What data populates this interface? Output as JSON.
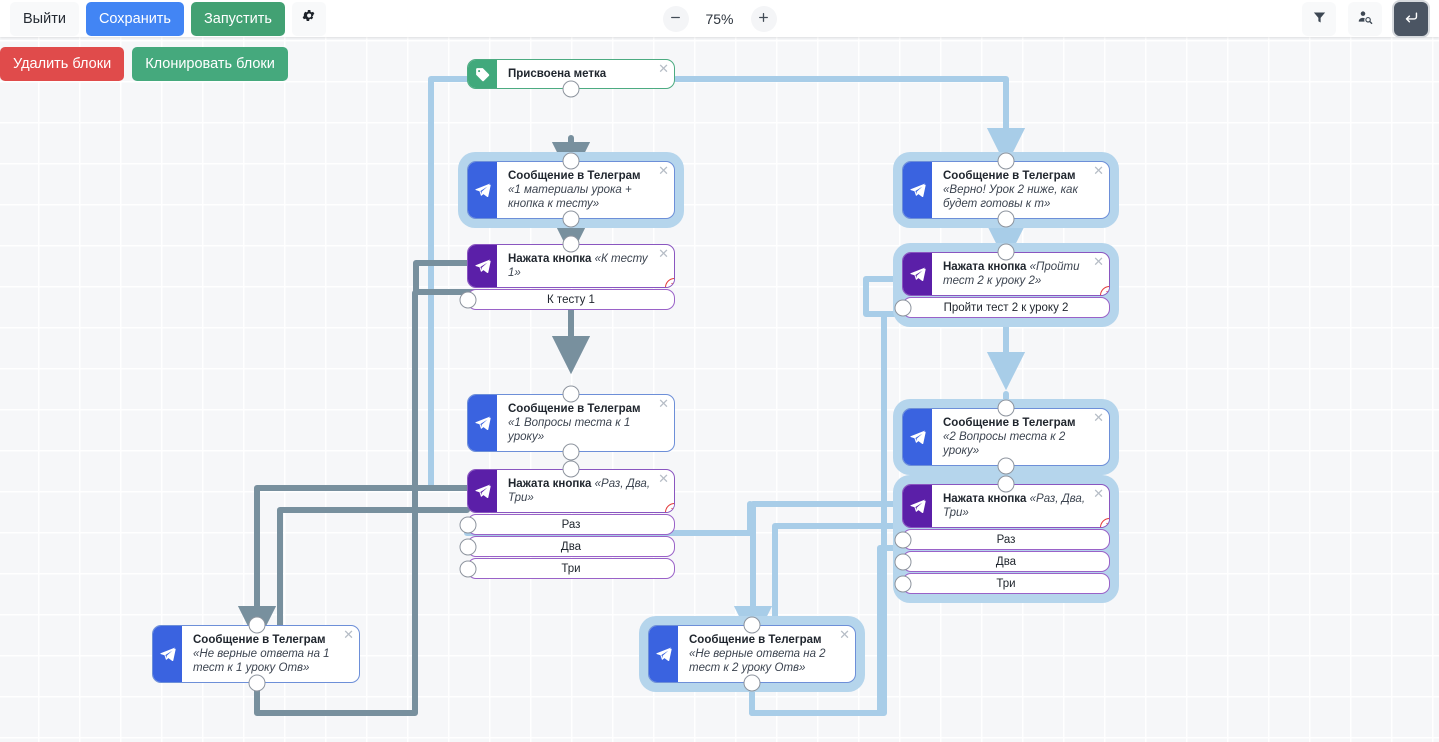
{
  "toolbar": {
    "exit_label": "Выйти",
    "save_label": "Сохранить",
    "run_label": "Запустить",
    "gear_icon": "gear-icon",
    "zoom_out_icon": "minus-icon",
    "zoom_value": "75%",
    "zoom_in_icon": "plus-icon",
    "filter_icon": "filter-icon",
    "user_search_icon": "user-search-icon",
    "collapse_icon": "enter-arrow-icon"
  },
  "subbar": {
    "delete_blocks_label": "Удалить блоки",
    "clone_blocks_label": "Клонировать блоки"
  },
  "colors": {
    "accent_blue": "#4285f4",
    "accent_green": "#42a173",
    "accent_red": "#e04b4b",
    "node_tag": "#41a97c",
    "node_telegram": "#3a63e0",
    "node_button": "#5b1fa8",
    "edge_default": "#78909e",
    "edge_selected": "#a8cde8",
    "error_badge": "#e23b3b",
    "canvas_bg": "#f6f7f9"
  },
  "canvas": {
    "close_glyph": "✕",
    "error_glyph": "✕",
    "nodes": [
      {
        "id": "tag-1",
        "kind": "tag",
        "title": "Присвоена метка",
        "subtitle": "",
        "selected": false,
        "error": false,
        "buttons": []
      },
      {
        "id": "tg-1",
        "kind": "telegram",
        "title": "Сообщение в Телеграм",
        "subtitle": "«1 материалы урока + кнопка к тесту»",
        "selected": true,
        "error": false,
        "buttons": []
      },
      {
        "id": "btn-1",
        "kind": "button",
        "title": "Нажата кнопка",
        "subtitle": "«К тесту 1»",
        "selected": false,
        "error": true,
        "buttons": [
          "К тесту 1"
        ]
      },
      {
        "id": "tg-2",
        "kind": "telegram",
        "title": "Сообщение в Телеграм",
        "subtitle": "«1 Вопросы теста к 1 уроку»",
        "selected": false,
        "error": false,
        "buttons": []
      },
      {
        "id": "btn-2",
        "kind": "button",
        "title": "Нажата кнопка",
        "subtitle": "«Раз, Два, Три»",
        "selected": false,
        "error": true,
        "buttons": [
          "Раз",
          "Два",
          "Три"
        ]
      },
      {
        "id": "tg-3",
        "kind": "telegram",
        "title": "Сообщение в Телеграм",
        "subtitle": "«Верно! Урок 2 ниже, как будет готовы к т»",
        "selected": true,
        "error": false,
        "buttons": []
      },
      {
        "id": "btn-3",
        "kind": "button",
        "title": "Нажата кнопка",
        "subtitle": "«Пройти тест 2 к уроку 2»",
        "selected": true,
        "error": true,
        "buttons": [
          "Пройти тест 2 к уроку 2"
        ]
      },
      {
        "id": "tg-4",
        "kind": "telegram",
        "title": "Сообщение в Телеграм",
        "subtitle": "«2 Вопросы теста к 2 уроку»",
        "selected": true,
        "error": false,
        "buttons": []
      },
      {
        "id": "btn-4",
        "kind": "button",
        "title": "Нажата кнопка",
        "subtitle": "«Раз, Два, Три»",
        "selected": true,
        "error": true,
        "buttons": [
          "Раз",
          "Два",
          "Три"
        ]
      },
      {
        "id": "tg-5",
        "kind": "telegram",
        "title": "Сообщение в Телеграм",
        "subtitle": "«Не верные ответа на 1 тест к 1 уроку Отв»",
        "selected": false,
        "error": false,
        "buttons": []
      },
      {
        "id": "tg-6",
        "kind": "telegram",
        "title": "Сообщение в Телеграм",
        "subtitle": "«Не верные ответа на 2 тест к 2 уроку Отв»",
        "selected": true,
        "error": false,
        "buttons": []
      }
    ]
  }
}
